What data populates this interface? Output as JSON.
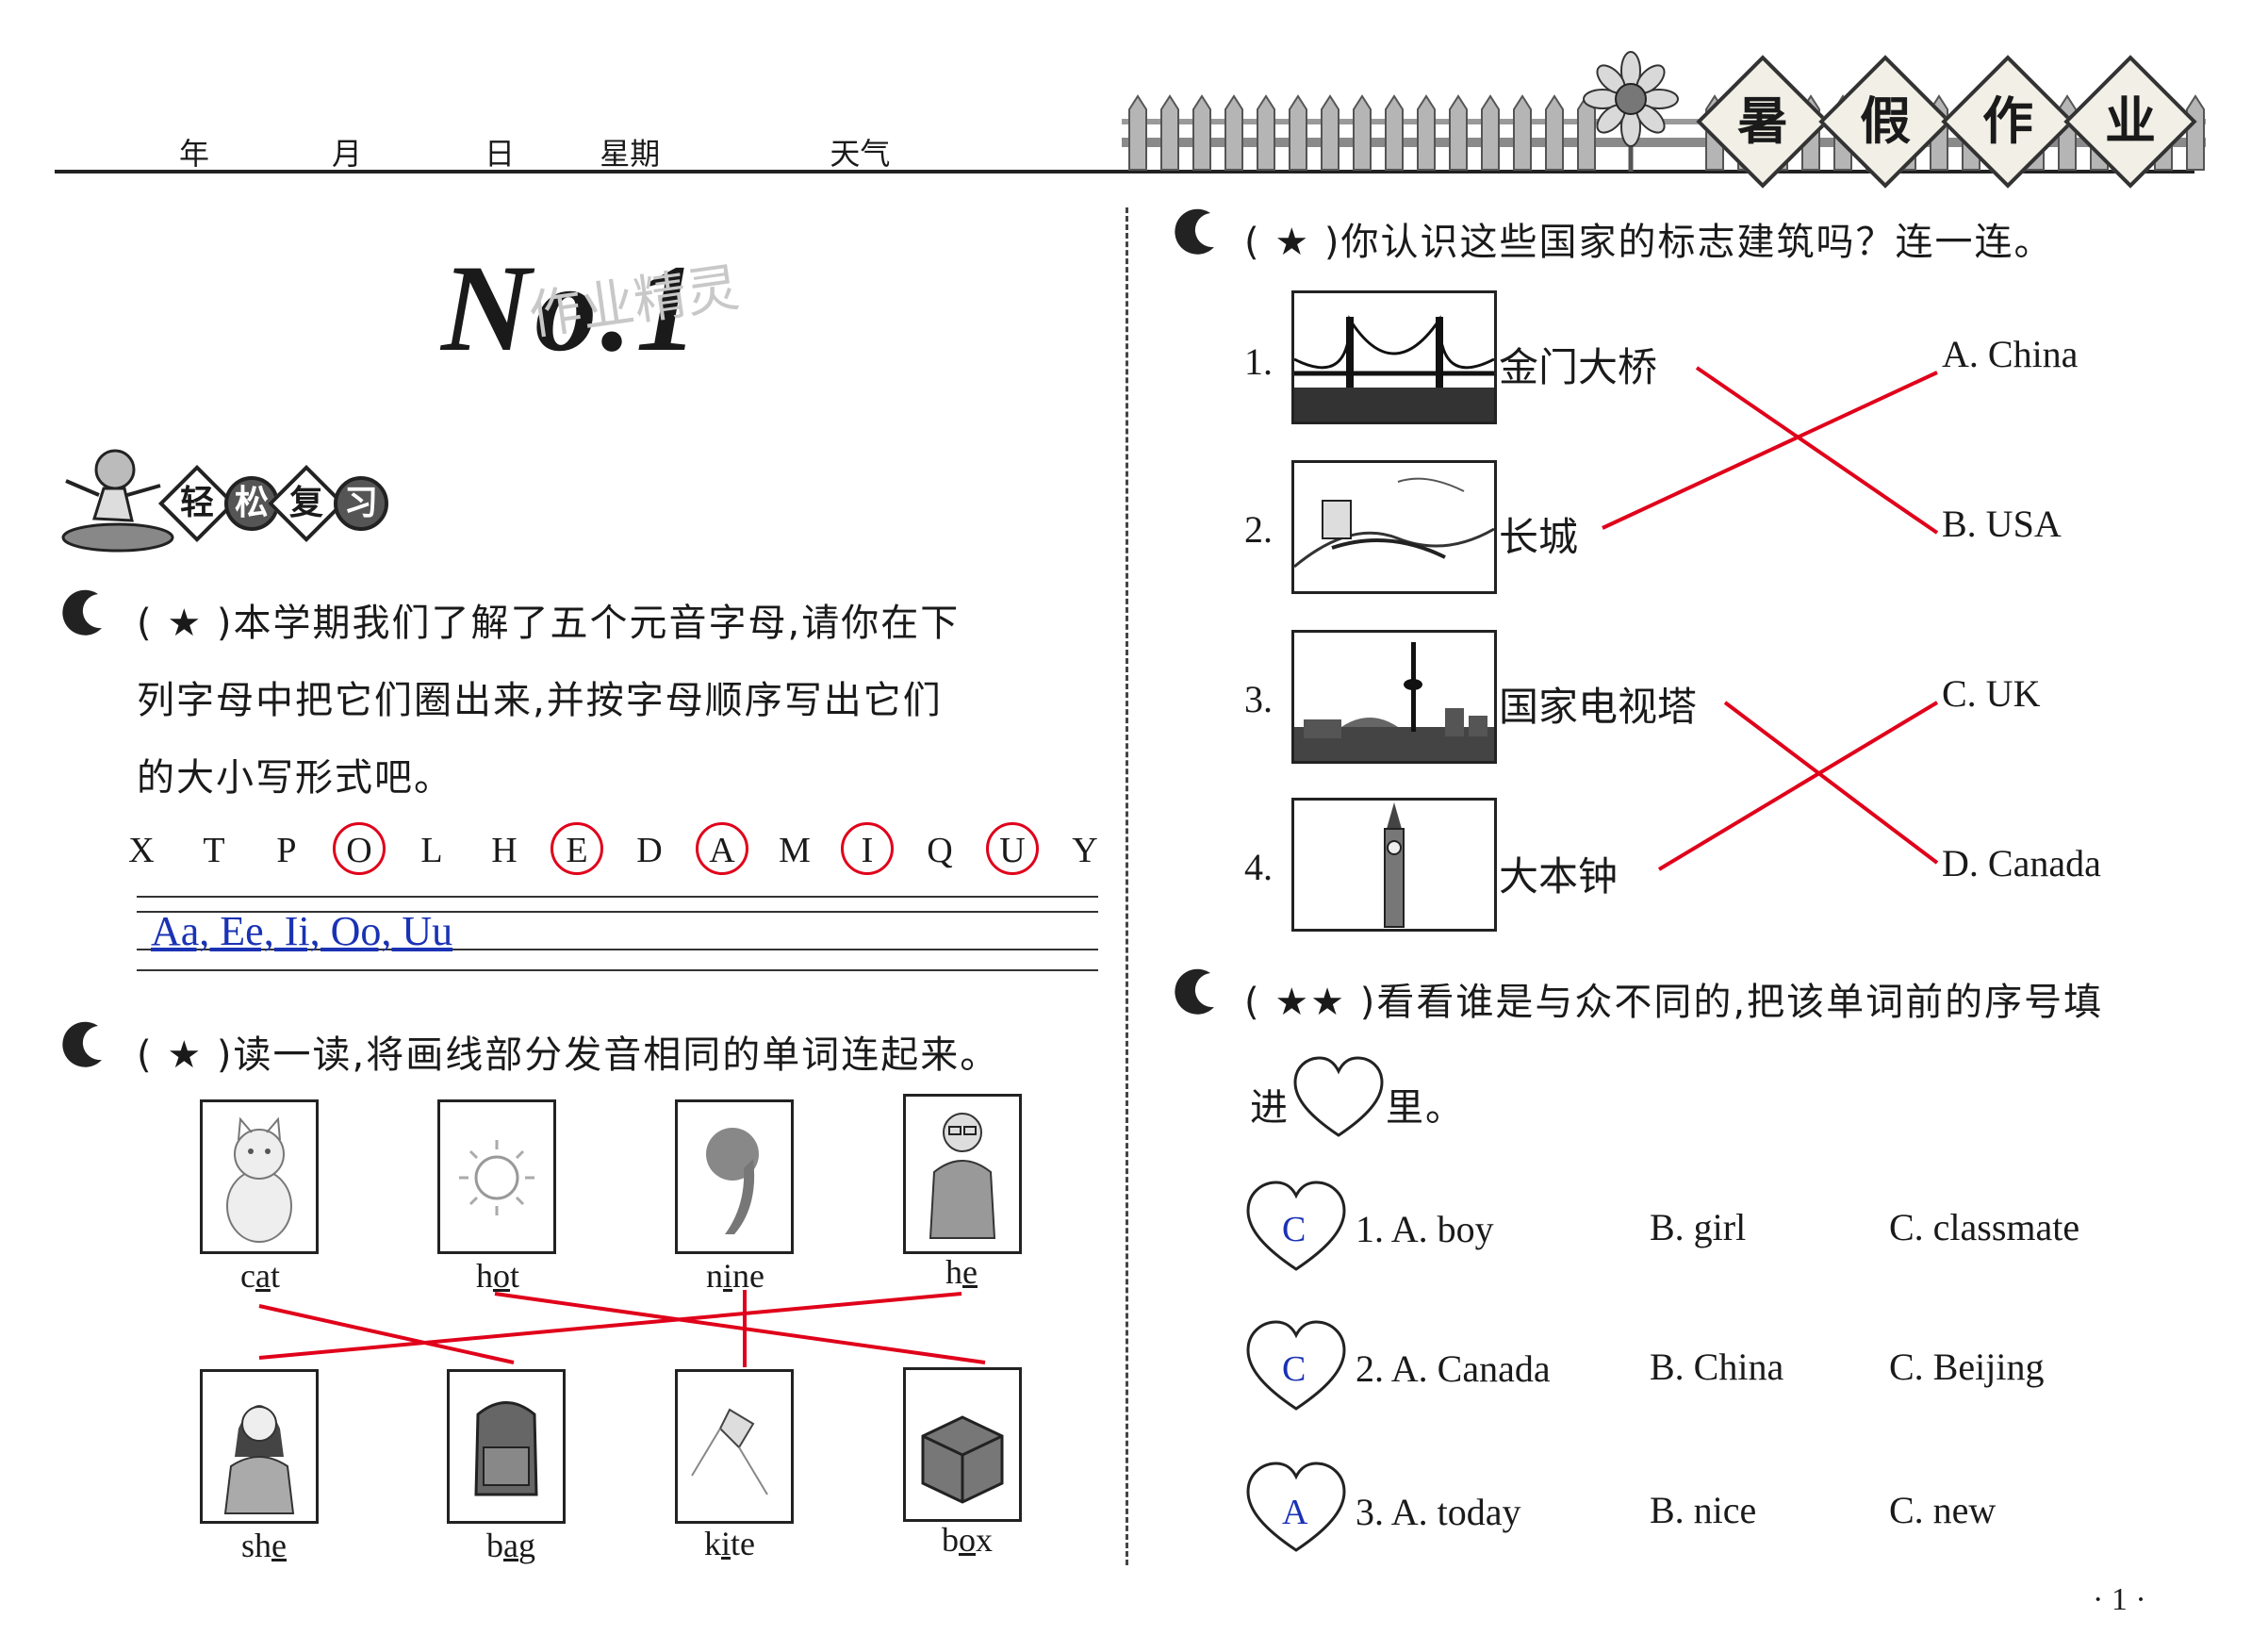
{
  "header": {
    "year_label": "年",
    "month_label": "月",
    "day_label": "日",
    "weekday_label": "星期",
    "weather_label": "天气",
    "banner_chars": [
      "暑",
      "假",
      "作",
      "业"
    ]
  },
  "title": "No.1",
  "watermark": "作业精灵",
  "section_badge": [
    "轻",
    "松",
    "复",
    "习"
  ],
  "q1": {
    "num": "1",
    "line1": "( ★ )本学期我们了解了五个元音字母,请你在下",
    "line2": "列字母中把它们圈出来,并按字母顺序写出它们",
    "line3": "的大小写形式吧。",
    "letters": [
      "X",
      "T",
      "P",
      "O",
      "L",
      "H",
      "E",
      "D",
      "A",
      "M",
      "I",
      "Q",
      "U",
      "Y"
    ],
    "answer": "Aa, Ee, Ii, Oo, Uu"
  },
  "q2": {
    "num": "2",
    "text": "( ★ )读一读,将画线部分发音相同的单词连起来。",
    "top_words": [
      {
        "pre": "c",
        "u": "a",
        "post": "t"
      },
      {
        "pre": "h",
        "u": "o",
        "post": "t"
      },
      {
        "pre": "n",
        "u": "i",
        "post": "ne"
      },
      {
        "pre": "h",
        "u": "e",
        "post": ""
      }
    ],
    "bottom_words": [
      {
        "pre": "sh",
        "u": "e",
        "post": ""
      },
      {
        "pre": "b",
        "u": "a",
        "post": "g"
      },
      {
        "pre": "k",
        "u": "i",
        "post": "te"
      },
      {
        "pre": "b",
        "u": "o",
        "post": "x"
      }
    ]
  },
  "q3": {
    "num": "3",
    "text": "( ★ )你认识这些国家的标志建筑吗？连一连。",
    "items": [
      {
        "n": "1.",
        "name": "金门大桥"
      },
      {
        "n": "2.",
        "name": "长城"
      },
      {
        "n": "3.",
        "name": "国家电视塔"
      },
      {
        "n": "4.",
        "name": "大本钟"
      }
    ],
    "options": [
      "A. China",
      "B. USA",
      "C. UK",
      "D. Canada"
    ]
  },
  "q4": {
    "num": "4",
    "line1": "( ★★ )看看谁是与众不同的,把该单词前的序号填",
    "line2a": "进",
    "line2b": "里。",
    "rows": [
      {
        "ans": "C",
        "a": "1. A. boy",
        "b": "B. girl",
        "c": "C. classmate"
      },
      {
        "ans": "C",
        "a": "2. A. Canada",
        "b": "B. China",
        "c": "C. Beijing"
      },
      {
        "ans": "A",
        "a": "3. A. today",
        "b": "B. nice",
        "c": "C. new"
      }
    ]
  },
  "page_number": "· 1 ·",
  "colors": {
    "answer_red": "#e0001a",
    "answer_blue": "#1a32b4",
    "ink": "#1a1a1a"
  }
}
